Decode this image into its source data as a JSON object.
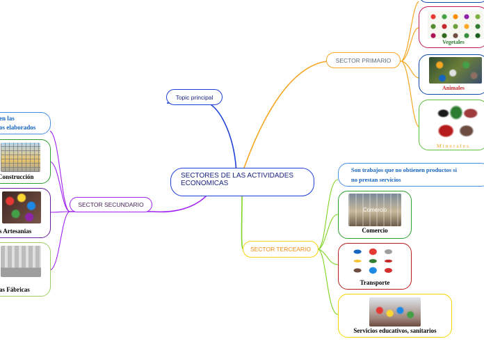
{
  "central": {
    "line1": "SECTORES DE LAS ACTIVIDADES",
    "line2": "ECONOMICAS"
  },
  "topic": "Topic principal",
  "primario": {
    "label": "SECTOR PRIMARIO",
    "vegetales": "Vegetales",
    "animales": "Animales",
    "minerales": "Minerales"
  },
  "secundario": {
    "label": "SECTOR SECUNDARIO",
    "desc_line1": "en las",
    "desc_line2": "os elaborados",
    "construccion": "Construcción",
    "artesanias": "s Artesanias",
    "fabricas": "as Fábricas"
  },
  "terciario": {
    "label": "SECTOR TERCEARIO",
    "desc_line1": "Son trabajos que no obtienen productos si",
    "desc_line2": "no prestan servicios",
    "comercio": "Comercio",
    "comercio_img_text": "Comercio",
    "transporte": "Transporte",
    "servicios": "Servicios educativos, sanitarios"
  },
  "colors": {
    "primario": "#f5a623",
    "secundario": "#a020f0",
    "terciario": "#7ed321",
    "topic": "#1c3fd6",
    "central": "#1c3fd6",
    "vegetales": "#c2185b",
    "animales": "#0d47a1",
    "minerales": "#5fbf3f",
    "construccion": "#2e9e2e",
    "artesanias": "#6a1b9a",
    "fabricas": "#9ccc65",
    "comercio": "#2e9e2e",
    "transporte": "#b71c1c",
    "servicios": "#f2d600",
    "desc_terc": "#1565c0",
    "desc_sec": "#1565c0"
  }
}
